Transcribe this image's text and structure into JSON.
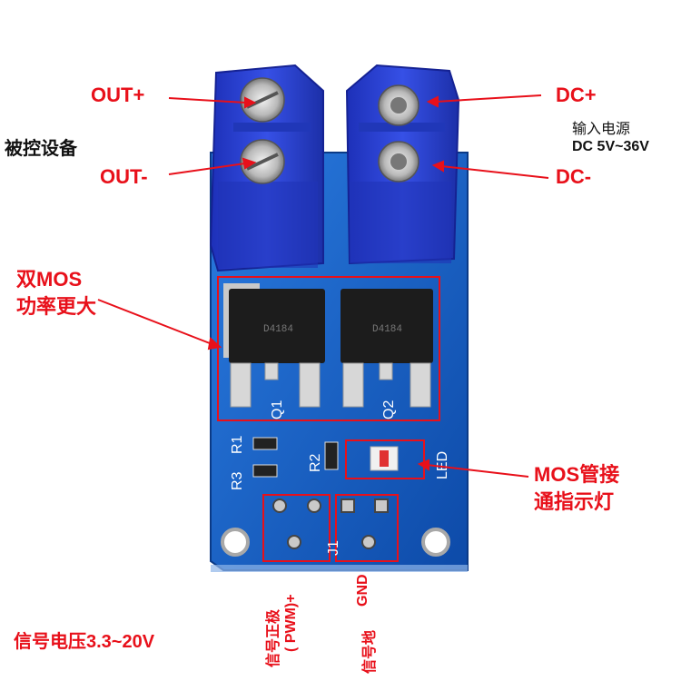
{
  "labels": {
    "out_plus": "OUT+",
    "out_minus": "OUT-",
    "controlled_device": "被控设备",
    "dc_plus": "DC+",
    "dc_minus": "DC-",
    "input_power_line1": "输入电源",
    "input_power_line2": "DC 5V~36V",
    "dual_mos_line1": "双MOS",
    "dual_mos_line2": "功率更大",
    "mos_led_line1": "MOS管接",
    "mos_led_line2": "通指示灯",
    "signal_voltage": "信号电压3.3~20V",
    "signal_positive": "信号正极",
    "pwm": "( PWM)+",
    "signal_ground": "信号地",
    "gnd": "GND"
  },
  "pcb_silkscreen": {
    "q1": "Q1",
    "q2": "Q2",
    "r1": "R1",
    "r2": "R2",
    "r3": "R3",
    "j1": "J1",
    "led": "LED",
    "chip1": "D4184",
    "chip2": "D4184"
  },
  "colors": {
    "annotation_red": "#e8101a",
    "pcb_blue": "#1a5fb4",
    "terminal_blue": "#2b44d6"
  }
}
